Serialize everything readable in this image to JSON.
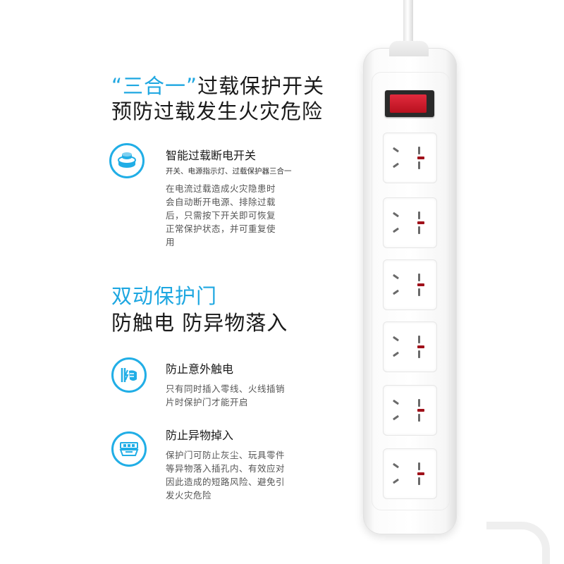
{
  "headline1": {
    "open_quote": "“",
    "highlight": "三合一",
    "close_quote": "”",
    "rest": "过载保护开关",
    "line2": "预防过载发生火灾危险"
  },
  "feature_overload": {
    "icon": "button-press-icon",
    "title": "智能过载断电开关",
    "subtitle": "开关、电源指示灯、过载保护器三合一",
    "body": [
      "在电流过载造成火灾隐患时",
      "会自动断开电源、排除过载",
      "后，只需按下开关即可恢复",
      "正常保护状态，并可重复使",
      "用"
    ]
  },
  "headline2": {
    "line1": "双动保护门",
    "line2": "防触电 防异物落入"
  },
  "feature_shock": {
    "icon": "shock-protection-icon",
    "title": "防止意外触电",
    "body": [
      "只有同时插入零线、火线插销",
      "片时保护门才能开启"
    ]
  },
  "feature_foreign": {
    "icon": "shutter-door-icon",
    "title": "防止异物掉入",
    "body": [
      "保护门可防止灰尘、玩具零件",
      "等异物落入插孔内、有效应对",
      "因此造成的短路风险、避免引",
      "发火灾危险"
    ]
  },
  "colors": {
    "accent": "#1ea7e1",
    "switch_red": "#d41f30"
  }
}
